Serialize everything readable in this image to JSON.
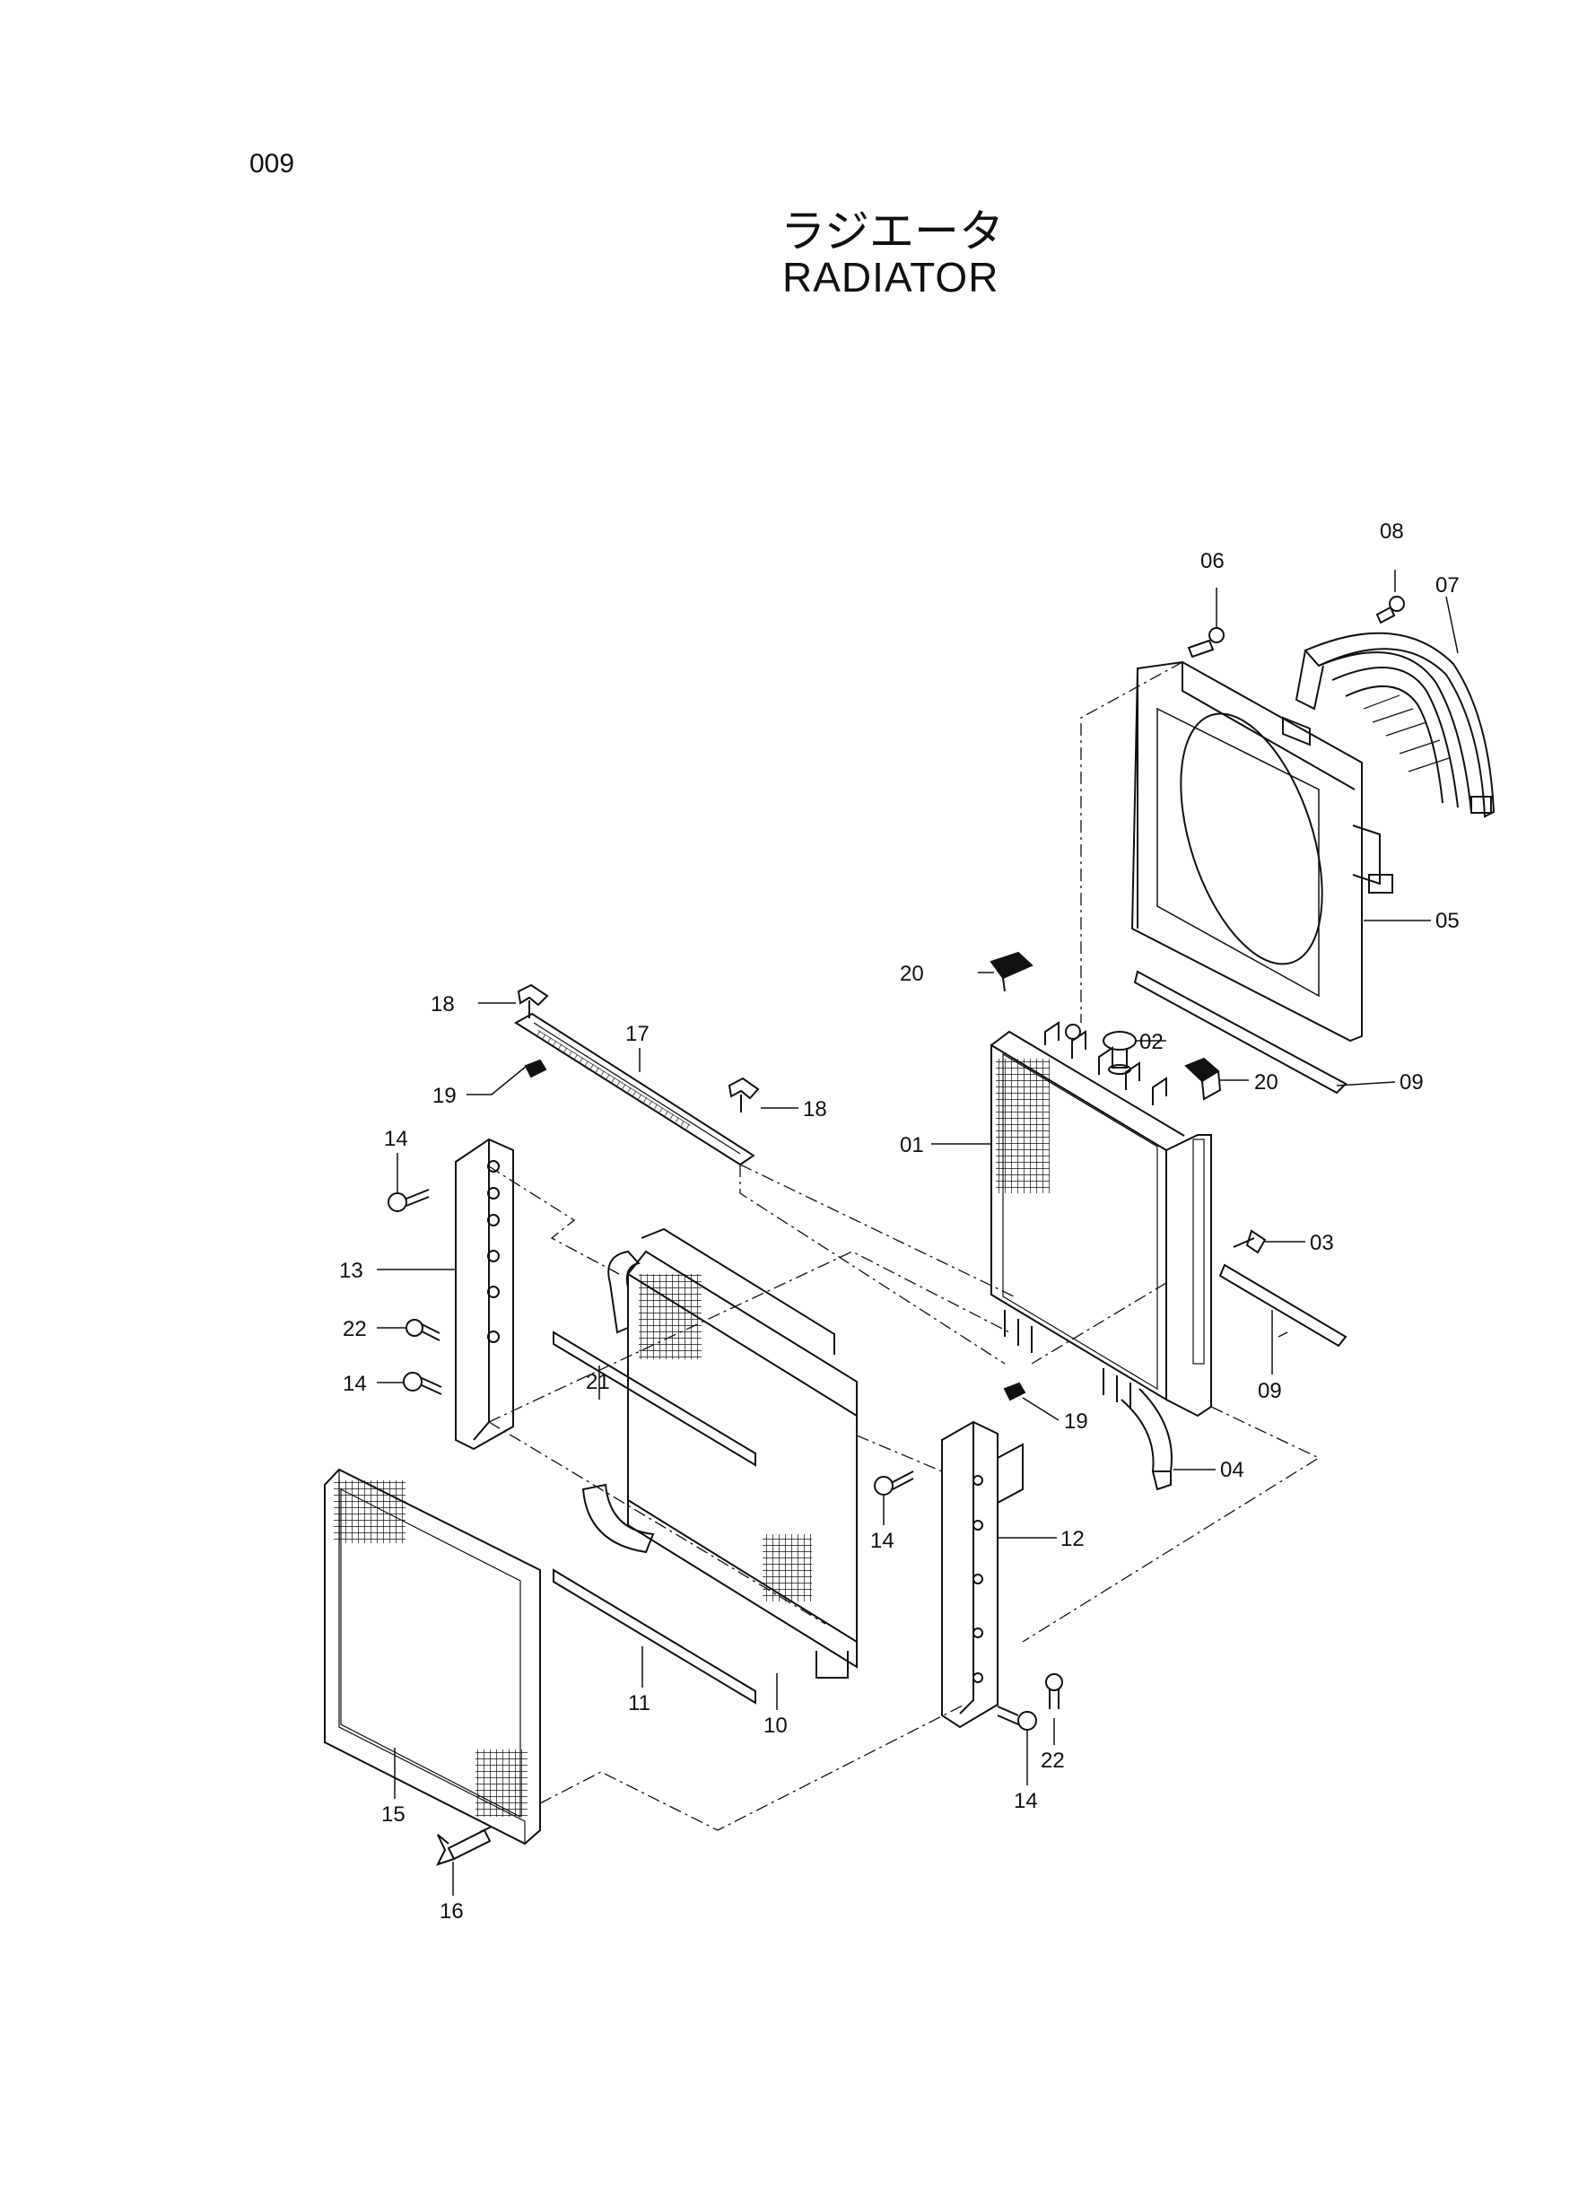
{
  "page": {
    "number": "009"
  },
  "title": {
    "jp": "ラジエータ",
    "en": "RADIATOR"
  },
  "callouts": [
    {
      "id": "c08",
      "label": "08"
    },
    {
      "id": "c07",
      "label": "07"
    },
    {
      "id": "c06",
      "label": "06"
    },
    {
      "id": "c05",
      "label": "05"
    },
    {
      "id": "c20a",
      "label": "20"
    },
    {
      "id": "c02",
      "label": "02"
    },
    {
      "id": "c20b",
      "label": "20"
    },
    {
      "id": "c09a",
      "label": "09"
    },
    {
      "id": "c01",
      "label": "01"
    },
    {
      "id": "c03",
      "label": "03"
    },
    {
      "id": "c09b",
      "label": "09"
    },
    {
      "id": "c04",
      "label": "04"
    },
    {
      "id": "c18a",
      "label": "18"
    },
    {
      "id": "c17",
      "label": "17"
    },
    {
      "id": "c18b",
      "label": "18"
    },
    {
      "id": "c19a",
      "label": "19"
    },
    {
      "id": "c14a",
      "label": "14"
    },
    {
      "id": "c13",
      "label": "13"
    },
    {
      "id": "c22a",
      "label": "22"
    },
    {
      "id": "c14b",
      "label": "14"
    },
    {
      "id": "c21",
      "label": "21"
    },
    {
      "id": "c19b",
      "label": "19"
    },
    {
      "id": "c14c",
      "label": "14"
    },
    {
      "id": "c12",
      "label": "12"
    },
    {
      "id": "c11",
      "label": "11"
    },
    {
      "id": "c10",
      "label": "10"
    },
    {
      "id": "c22b",
      "label": "22"
    },
    {
      "id": "c14d",
      "label": "14"
    },
    {
      "id": "c15",
      "label": "15"
    },
    {
      "id": "c16",
      "label": "16"
    }
  ]
}
